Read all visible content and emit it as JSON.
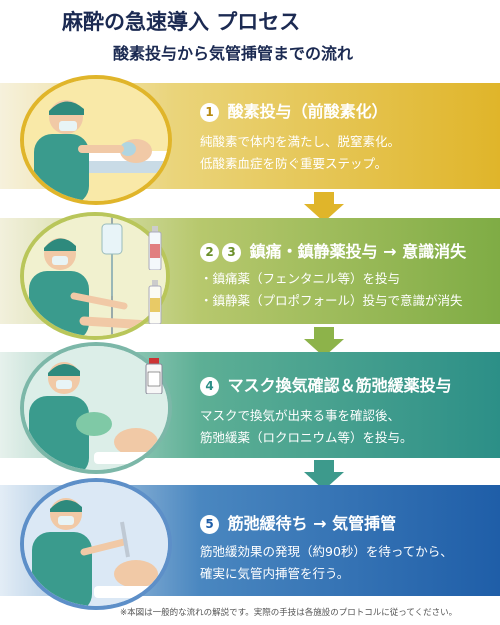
{
  "header": {
    "title": "麻酔の急速導入 プロセス",
    "subtitle": "酸素投与から気管挿管までの流れ"
  },
  "steps": [
    {
      "numbers": [
        "1"
      ],
      "title": "酸素投与（前酸素化）",
      "lines": [
        "純酸素で体内を満たし、脱窒素化。",
        "低酸素血症を防ぐ重要ステップ。"
      ]
    },
    {
      "numbers": [
        "2",
        "3"
      ],
      "title": "鎮痛・鎮静薬投与 → 意識消失",
      "lines": [
        "・鎮痛薬（フェンタニル等）を投与",
        "・鎮静薬（プロポフォール）投与で意識が消失"
      ]
    },
    {
      "numbers": [
        "4"
      ],
      "title": "マスク換気確認＆筋弛緩薬投与",
      "lines": [
        "マスクで換気が出来る事を確認後、",
        "筋弛緩薬（ロクロニウム等）を投与。"
      ]
    },
    {
      "numbers": [
        "5"
      ],
      "title": "筋弛緩待ち → 気管挿管",
      "lines": [
        "筋弛緩効果の発現（約90秒）を待ってから、",
        "確実に気管内挿管を行う。"
      ]
    }
  ],
  "footnote": "※本図は一般的な流れの解説です。実際の手技は各施設のプロトコルに従ってください。",
  "colors": {
    "title": "#1b2a52",
    "step1": "#e0b52a",
    "step2": "#8db34a",
    "step3": "#2c8f87",
    "step4": "#1f5ea8"
  },
  "icons": [
    "oxygen-mask-illustration",
    "iv-drip-illustration",
    "bag-mask-ventilation-illustration",
    "intubation-illustration"
  ]
}
